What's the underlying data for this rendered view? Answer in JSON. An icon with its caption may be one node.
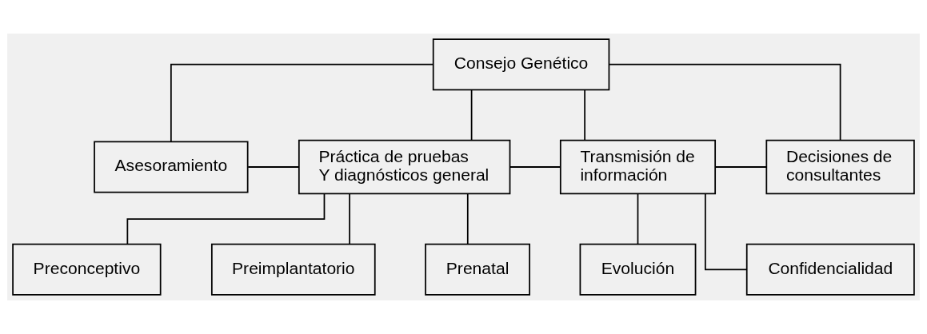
{
  "diagram": {
    "nodes": [
      {
        "text": [
          "Consejo Genético"
        ]
      },
      {
        "text": [
          "Asesoramiento"
        ]
      },
      {
        "text": [
          "Práctica de pruebas Y diagnósticos general"
        ]
      },
      {
        "text": [
          "Transmisión de información"
        ]
      },
      {
        "text": [
          "Decisiones de consultantes"
        ]
      },
      {
        "text": [
          "Preconceptivo"
        ]
      },
      {
        "text": [
          "Preimplantatorio"
        ]
      },
      {
        "text": [
          "Prenatal"
        ]
      },
      {
        "text": [
          "Evolución"
        ]
      },
      {
        "text": [
          "Confidencialidad"
        ]
      }
    ],
    "edges": [
      {
        "from": 0,
        "to": 1,
        "arrow": "none"
      },
      {
        "from": 0,
        "to": 2,
        "arrow": "none"
      },
      {
        "from": 0,
        "to": 3,
        "arrow": "none"
      },
      {
        "from": 0,
        "to": 4,
        "arrow": "none"
      },
      {
        "from": 1,
        "to": 2,
        "arrow": "none"
      },
      {
        "from": 2,
        "to": 3,
        "arrow": "none"
      },
      {
        "from": 3,
        "to": 4,
        "arrow": "none"
      },
      {
        "from": 2,
        "to": 5,
        "arrow": "none"
      },
      {
        "from": 2,
        "to": 6,
        "arrow": "none"
      },
      {
        "from": 2,
        "to": 7,
        "arrow": "none"
      },
      {
        "from": 3,
        "to": 8,
        "arrow": "none"
      },
      {
        "from": 3,
        "to": 9,
        "arrow": "none"
      }
    ]
  }
}
